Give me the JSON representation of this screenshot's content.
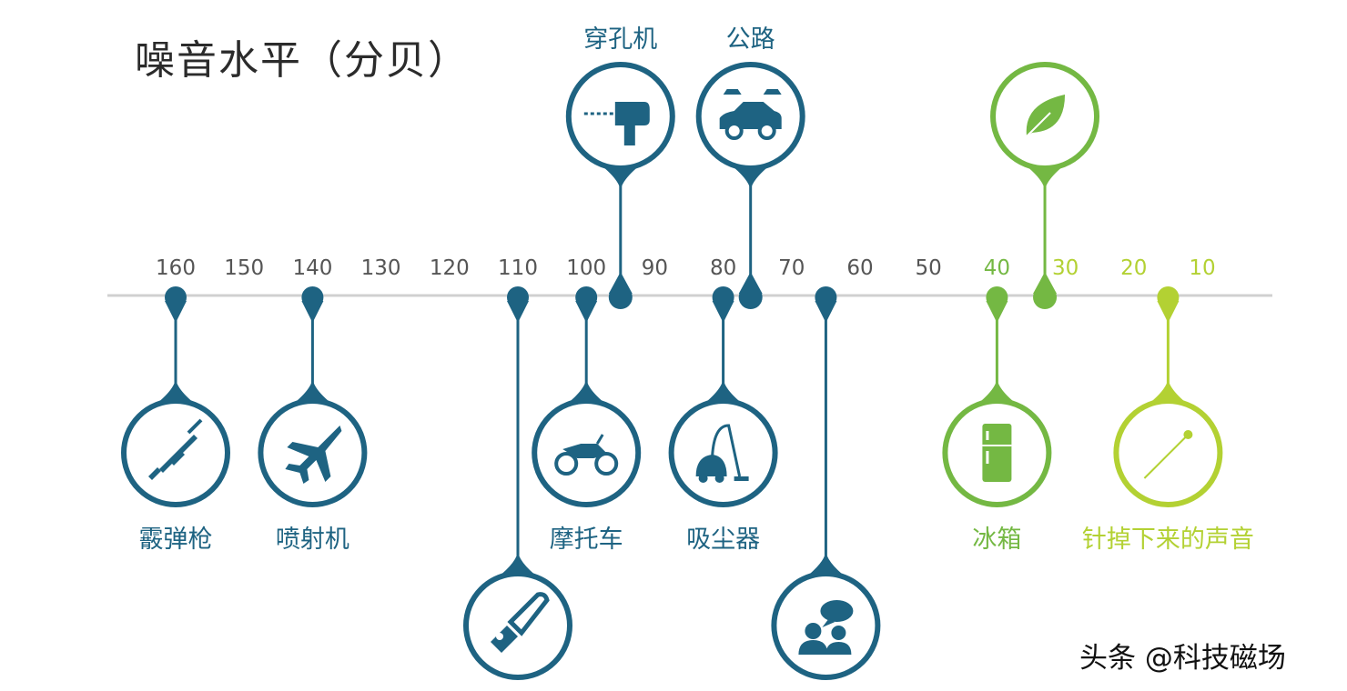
{
  "title": "噪音水平（分贝）",
  "watermark": "头条 @科技磁场",
  "colors": {
    "blue": "#1e6382",
    "green": "#74b843",
    "lime": "#b3d133",
    "axis": "#d0d0d0"
  },
  "scale": [
    {
      "label": "160",
      "value": 160,
      "color": "blue"
    },
    {
      "label": "150",
      "value": 150,
      "color": "blue"
    },
    {
      "label": "140",
      "value": 140,
      "color": "blue"
    },
    {
      "label": "130",
      "value": 130,
      "color": "blue"
    },
    {
      "label": "120",
      "value": 120,
      "color": "blue"
    },
    {
      "label": "110",
      "value": 110,
      "color": "blue"
    },
    {
      "label": "100",
      "value": 100,
      "color": "blue"
    },
    {
      "label": "90",
      "value": 90,
      "color": "blue"
    },
    {
      "label": "80",
      "value": 80,
      "color": "blue"
    },
    {
      "label": "70",
      "value": 70,
      "color": "blue"
    },
    {
      "label": "60",
      "value": 60,
      "color": "blue"
    },
    {
      "label": "50",
      "value": 50,
      "color": "blue"
    },
    {
      "label": "40",
      "value": 40,
      "color": "green"
    },
    {
      "label": "30",
      "value": 30,
      "color": "lime"
    },
    {
      "label": "20",
      "value": 20,
      "color": "lime"
    },
    {
      "label": "10",
      "value": 10,
      "color": "lime"
    }
  ],
  "sources": [
    {
      "id": "shotgun",
      "label": "霰弹枪",
      "value": 160,
      "side": "below",
      "reach": "short",
      "icon": "shotgun-icon",
      "color": "blue"
    },
    {
      "id": "jet",
      "label": "喷射机",
      "value": 140,
      "side": "below",
      "reach": "short",
      "icon": "jet-icon",
      "color": "blue"
    },
    {
      "id": "chainsaw",
      "label": "",
      "value": 110,
      "side": "below",
      "reach": "long",
      "icon": "chainsaw-icon",
      "color": "blue"
    },
    {
      "id": "motorcycle",
      "label": "摩托车",
      "value": 100,
      "side": "below",
      "reach": "short",
      "icon": "motorcycle-icon",
      "color": "blue"
    },
    {
      "id": "drill",
      "label": "穿孔机",
      "value": 95,
      "side": "above",
      "reach": "short",
      "icon": "drill-icon",
      "color": "blue"
    },
    {
      "id": "vacuum",
      "label": "吸尘器",
      "value": 80,
      "side": "below",
      "reach": "short",
      "icon": "vacuum-icon",
      "color": "blue"
    },
    {
      "id": "road",
      "label": "公路",
      "value": 76,
      "side": "above",
      "reach": "short",
      "icon": "car-icon",
      "color": "blue"
    },
    {
      "id": "conversation",
      "label": "",
      "value": 65,
      "side": "below",
      "reach": "long",
      "icon": "conversation-icon",
      "color": "blue"
    },
    {
      "id": "fridge",
      "label": "冰箱",
      "value": 40,
      "side": "below",
      "reach": "short",
      "icon": "fridge-icon",
      "color": "green"
    },
    {
      "id": "leaf",
      "label": "",
      "value": 33,
      "side": "above",
      "reach": "short",
      "icon": "leaf-icon",
      "color": "green"
    },
    {
      "id": "pin",
      "label": "针掉下来的声音",
      "value": 15,
      "side": "below",
      "reach": "short",
      "icon": "pin-icon",
      "color": "lime"
    }
  ]
}
